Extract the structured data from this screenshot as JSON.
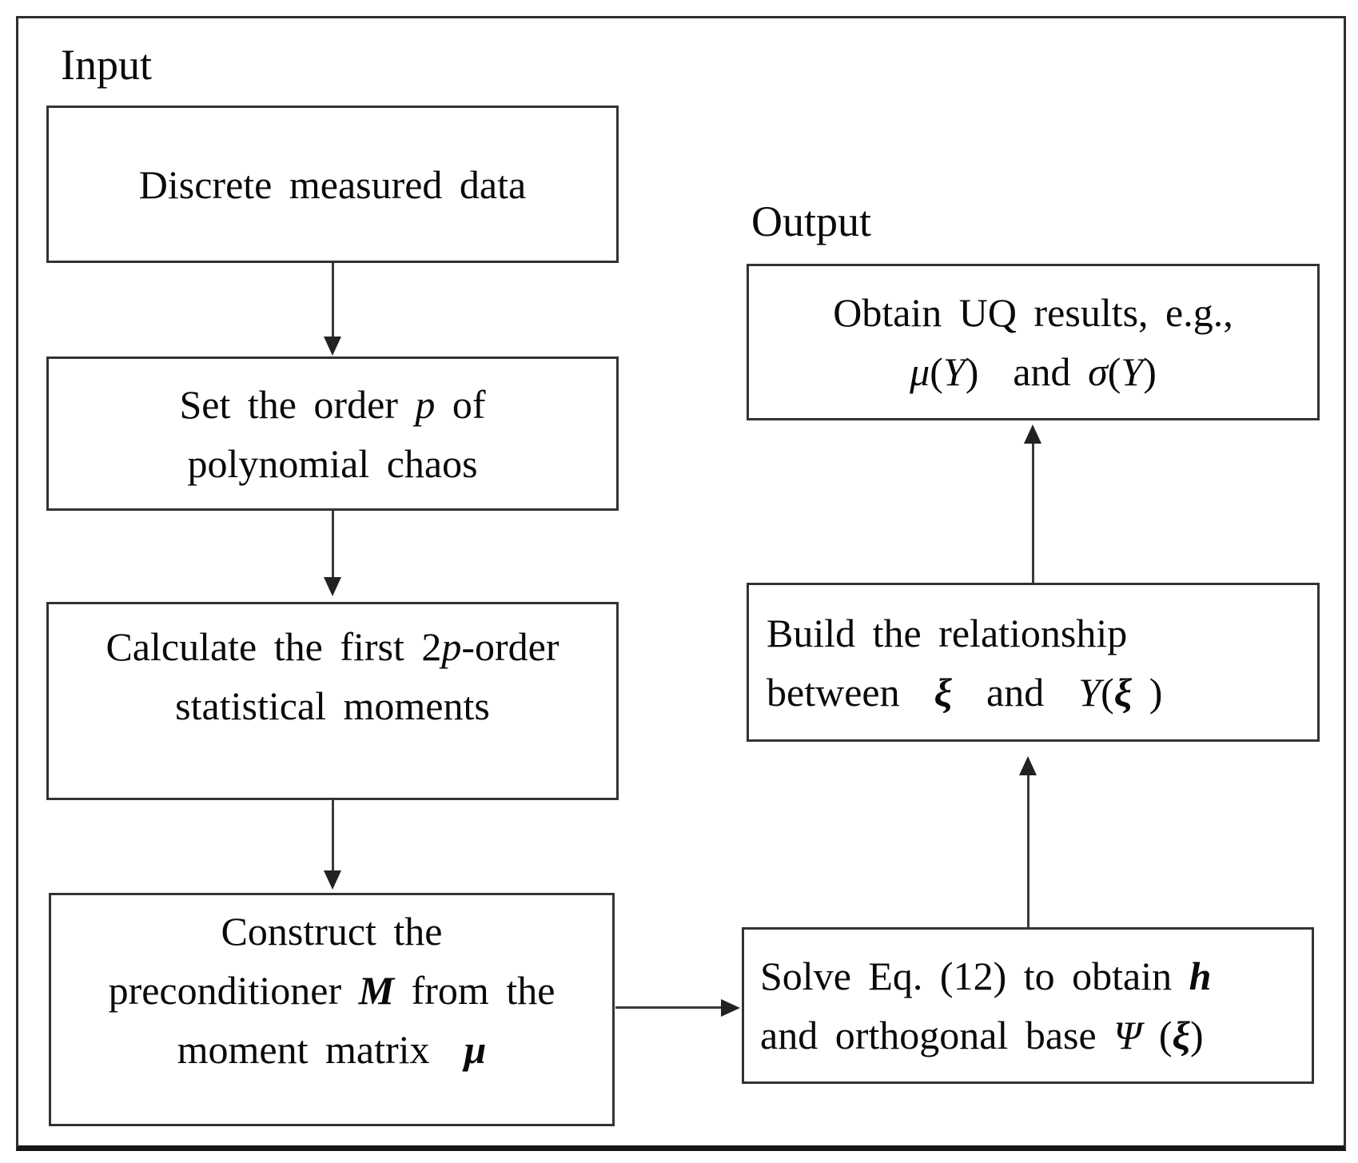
{
  "colors": {
    "background": "#ffffff",
    "line": "#333333",
    "text": "#0a0a0a"
  },
  "labels": {
    "input": "Input",
    "output": "Output"
  },
  "nodes": {
    "discrete_data": {
      "lines": [
        [
          {
            "t": "Discrete measured data"
          }
        ]
      ]
    },
    "set_order": {
      "lines": [
        [
          {
            "t": "Set the order "
          },
          {
            "t": "p",
            "st": "i"
          },
          {
            "t": " of"
          }
        ],
        [
          {
            "t": "polynomial chaos"
          }
        ]
      ]
    },
    "calc_moments": {
      "lines": [
        [
          {
            "t": "Calculate the first 2"
          },
          {
            "t": "p",
            "st": "i"
          },
          {
            "t": "-order"
          }
        ],
        [
          {
            "t": "statistical moments"
          }
        ]
      ]
    },
    "construct_preconditioner": {
      "lines": [
        [
          {
            "t": "Construct the"
          }
        ],
        [
          {
            "t": "preconditioner "
          },
          {
            "t": "M",
            "st": "bi"
          },
          {
            "t": " from the"
          }
        ],
        [
          {
            "t": "moment matrix  "
          },
          {
            "t": "μ",
            "st": "bi"
          }
        ]
      ]
    },
    "solve_eq": {
      "lines": [
        [
          {
            "t": "Solve Eq. (12) to obtain "
          },
          {
            "t": "h",
            "st": "bi"
          }
        ],
        [
          {
            "t": "and orthogonal base "
          },
          {
            "t": "Ψ",
            "st": "i"
          },
          {
            "t": " ("
          },
          {
            "t": "ξ",
            "st": "bi"
          },
          {
            "t": ")"
          }
        ]
      ]
    },
    "build_relationship": {
      "lines": [
        [
          {
            "t": "Build the relationship"
          }
        ],
        [
          {
            "t": "between  "
          },
          {
            "t": "ξ",
            "st": "bi"
          },
          {
            "t": "  and  "
          },
          {
            "t": "Y",
            "st": "i"
          },
          {
            "t": "("
          },
          {
            "t": "ξ",
            "st": "bi"
          },
          {
            "t": " )"
          }
        ]
      ]
    },
    "obtain_results": {
      "lines": [
        [
          {
            "t": "Obtain UQ results, e.g.,"
          }
        ],
        [
          {
            "t": "μ",
            "st": "i"
          },
          {
            "t": "("
          },
          {
            "t": "Y",
            "st": "i"
          },
          {
            "t": ")  and "
          },
          {
            "t": "σ",
            "st": "i"
          },
          {
            "t": "("
          },
          {
            "t": "Y",
            "st": "i"
          },
          {
            "t": ")"
          }
        ]
      ]
    }
  },
  "edges": [
    {
      "from": "discrete-data",
      "to": "set-order",
      "direction": "down"
    },
    {
      "from": "set-order",
      "to": "calc-moments",
      "direction": "down"
    },
    {
      "from": "calc-moments",
      "to": "construct-preconditioner",
      "direction": "down"
    },
    {
      "from": "construct-preconditioner",
      "to": "solve-eq",
      "direction": "right"
    },
    {
      "from": "solve-eq",
      "to": "build-relationship",
      "direction": "up"
    },
    {
      "from": "build-relationship",
      "to": "obtain-results",
      "direction": "up"
    }
  ]
}
